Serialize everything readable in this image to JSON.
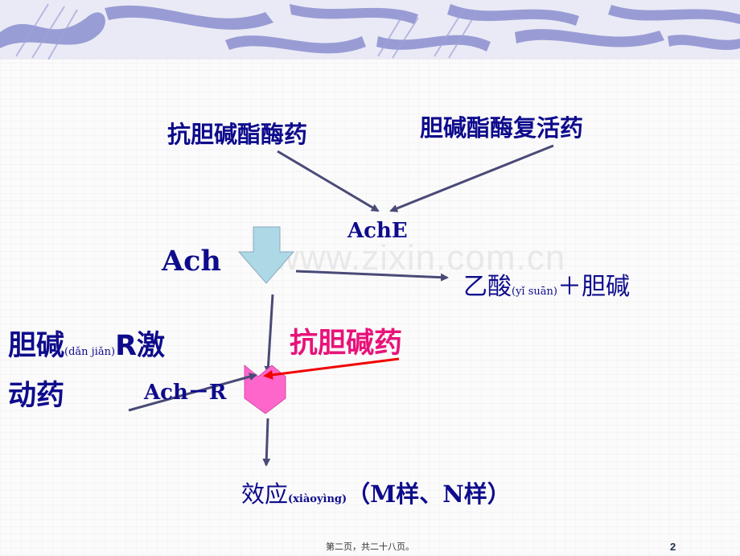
{
  "slide": {
    "labels": {
      "anti_cholinesterase": "抗胆碱酯酶药",
      "cholinesterase_reactivator": "胆碱酯酶复活药",
      "ache": "AchE",
      "ach": "Ach",
      "products_main": "乙酸",
      "products_pinyin": "(yǐ suān)",
      "products_rest": "＋胆碱",
      "cholinergic_agonist_a": "胆碱",
      "cholinergic_agonist_pinyin": "(dǎn jiǎn)",
      "cholinergic_agonist_b": "R激",
      "cholinergic_agonist_c": "动药",
      "anticholinergic": "抗胆碱药",
      "ach_r": "Ach－R",
      "effect_main": "效应",
      "effect_pinyin": "(xiàoyìng)",
      "effect_rest": "（M样、N样）"
    },
    "watermark": "www.zixin.com.cn",
    "footer": "第二页，共二十八页。",
    "page_number": "2",
    "colors": {
      "text": "#0e0b8c",
      "red_text": "#e8127a",
      "arrow": "#4a4a78",
      "red_arrow": "#f00000",
      "block_arrow": "#add8e6",
      "receptor": "#ff66cc"
    }
  }
}
